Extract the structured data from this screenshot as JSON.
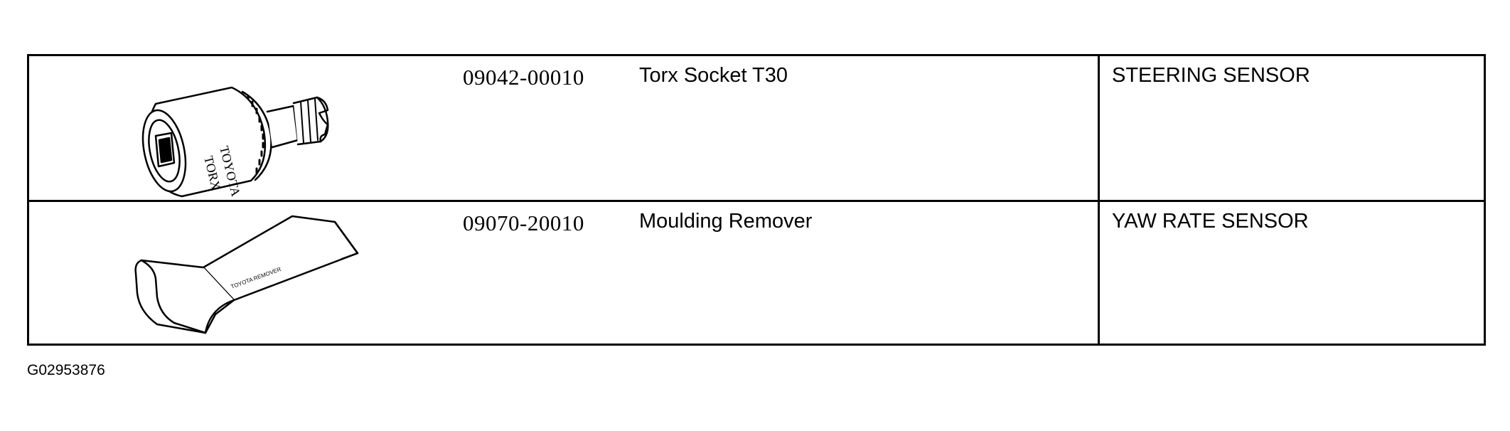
{
  "tools": [
    {
      "part_number": "09042-00010",
      "part_name": "Torx Socket T30",
      "application": "STEERING SENSOR",
      "illustration": "torx-socket-illustration",
      "illustration_text": [
        "TOYOTA",
        "TORX"
      ]
    },
    {
      "part_number": "09070-20010",
      "part_name": "Moulding Remover",
      "application": "YAW RATE SENSOR",
      "illustration": "moulding-remover-illustration",
      "illustration_text": [
        "TOYOTA REMOVER"
      ]
    }
  ],
  "figure_id": "G02953876"
}
